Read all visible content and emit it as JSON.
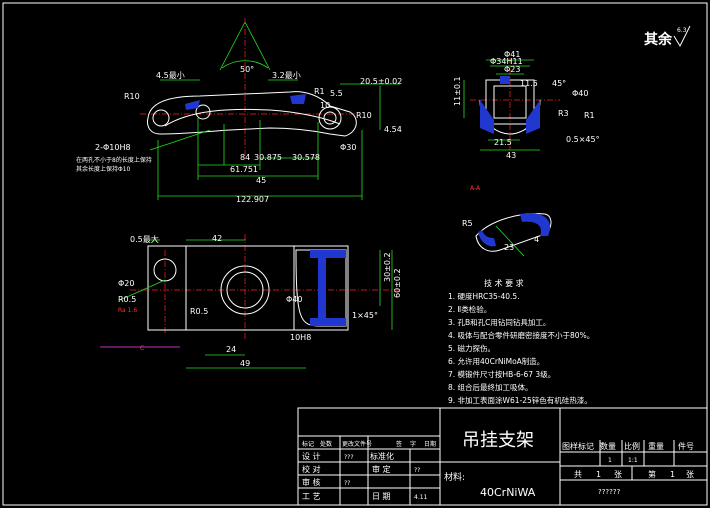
{
  "roughness": {
    "label": "其余",
    "value": "6.3"
  },
  "views": {
    "front": {
      "dims": [
        "4.5最小",
        "3.2最小",
        "20.5±0.02",
        "R10",
        "R1",
        "5.5",
        "10",
        "4.54",
        "R10",
        "Φ30",
        "30.578",
        "30.875",
        "84",
        "61.751",
        "45",
        "122.907",
        "50°",
        "2-Φ10H8"
      ],
      "notes": [
        "在两孔不小于8的长度上保持",
        "其余长度上保持Φ10"
      ]
    },
    "side": {
      "dims": [
        "Φ41",
        "Φ34H11",
        "Φ23",
        "11.5",
        "45°",
        "Φ40",
        "R1",
        "R3",
        "21.5",
        "43",
        "0.5×45°",
        "11±0.1"
      ]
    },
    "section": {
      "label": "A-A",
      "dims": [
        "R5",
        "23",
        "4"
      ]
    },
    "top": {
      "dims": [
        "0.5最大",
        "42",
        "Φ20",
        "R0.5",
        "R0.5",
        "Φ40",
        "1×45°",
        "10H8",
        "24",
        "49",
        "30±0.2",
        "60±0.2"
      ],
      "notes": [
        "Ra 1.6",
        "C"
      ]
    }
  },
  "requirements": {
    "title": "技 术 要 求",
    "items": [
      "1. 硬度HRC35-40.5.",
      "2. Ⅱ类检验。",
      "3. 孔B和孔C用钻同钻具加工。",
      "4. 吸体与配合零件研磨密接度不小于80%。",
      "5. 磁力探伤。",
      "6. 允许用40CrNiMoA制造。",
      "7. 模锻件尺寸按HB-6-67  3级。",
      "8. 组合后最终加工吸体。",
      "9. 非加工表面涂W61-25锌色有机硅热漆。"
    ]
  },
  "title_block": {
    "part_name": "吊挂支架",
    "material_label": "材料:",
    "material": "40CrNiWA",
    "header_left": [
      "标记",
      "处数",
      "更改文件号",
      "签",
      "字",
      "日期"
    ],
    "row_labels": [
      "设 计",
      "校 对",
      "审 核",
      "工 艺"
    ],
    "row_values": [
      "???",
      "",
      "??",
      ""
    ],
    "mid_labels": [
      "标准化",
      "审 定",
      "日 期"
    ],
    "mid_values": [
      "",
      "??",
      "4.11"
    ],
    "right_header": [
      "图样标记",
      "数量",
      "比例",
      "重量",
      "件号"
    ],
    "right_values": [
      "",
      "1",
      "1:1",
      "",
      ""
    ],
    "sheet": [
      "共",
      "1",
      "张",
      "第",
      "1",
      "张"
    ],
    "unit": "??????"
  }
}
